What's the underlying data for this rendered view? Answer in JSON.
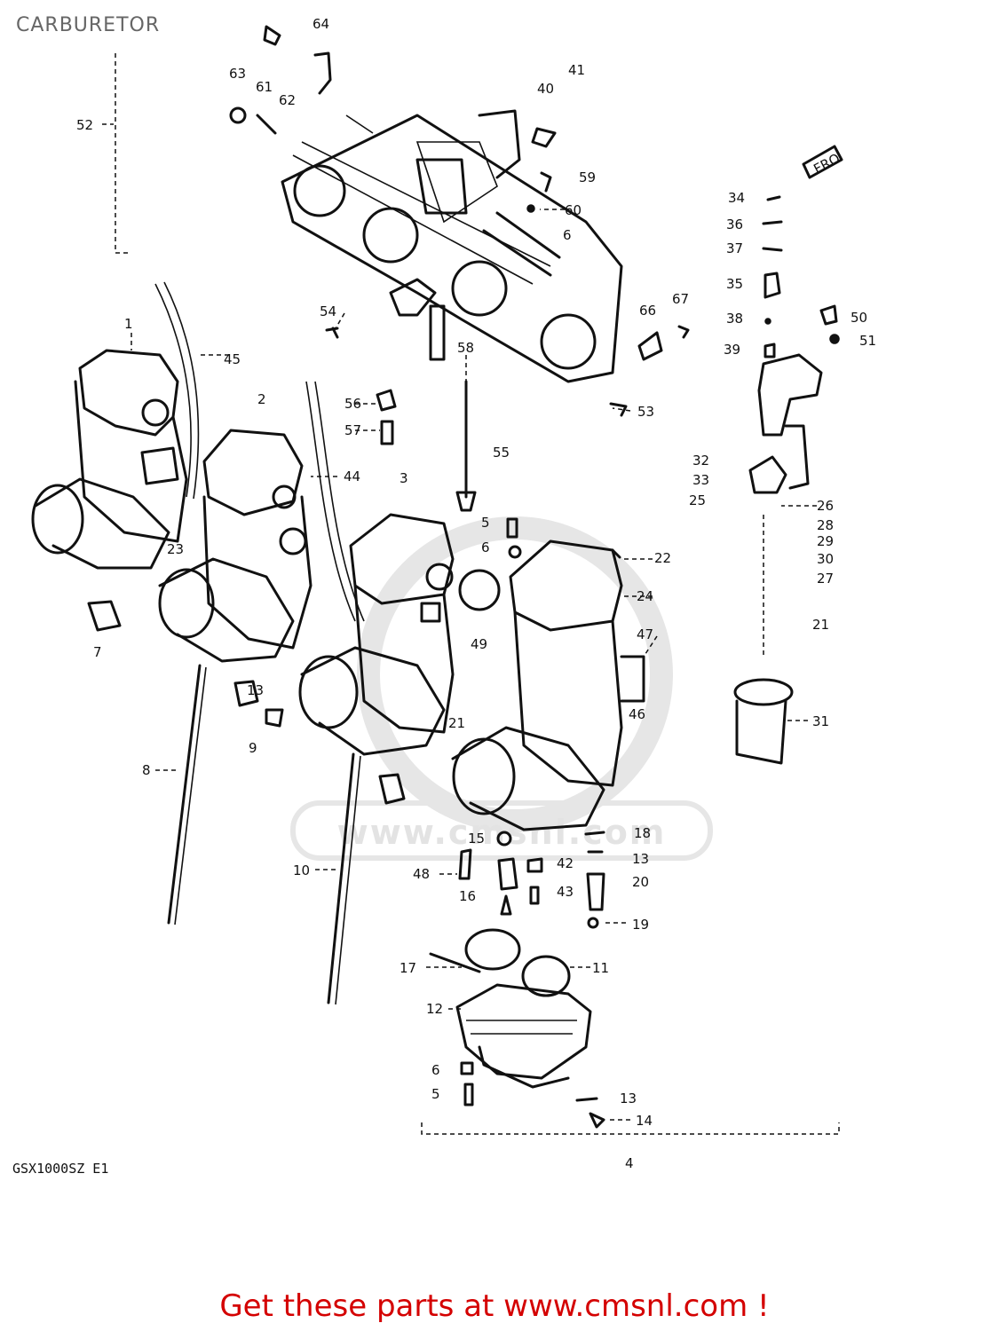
{
  "page": {
    "title": "CARBURETOR",
    "model_code": "GSX1000SZ E1",
    "watermark": "www.cmsnl.com",
    "cta": "Get these parts at www.cmsnl.com !",
    "cta_color": "#d40000"
  },
  "diagram": {
    "front_marker": "FRO",
    "part_numbers": [
      "64",
      "63",
      "61",
      "62",
      "52",
      "41",
      "40",
      "59",
      "60",
      "6",
      "34",
      "36",
      "37",
      "35",
      "38",
      "39",
      "50",
      "51",
      "54",
      "66",
      "67",
      "58",
      "53",
      "1",
      "45",
      "2",
      "56",
      "57",
      "44",
      "3",
      "55",
      "5",
      "32",
      "33",
      "25",
      "26",
      "28",
      "29",
      "30",
      "27",
      "22",
      "24",
      "21",
      "23",
      "7",
      "47",
      "49",
      "4",
      "46",
      "31",
      "13",
      "9",
      "8",
      "10",
      "15",
      "42",
      "48",
      "16",
      "43",
      "18",
      "20",
      "19",
      "17",
      "11",
      "12",
      "14"
    ]
  }
}
